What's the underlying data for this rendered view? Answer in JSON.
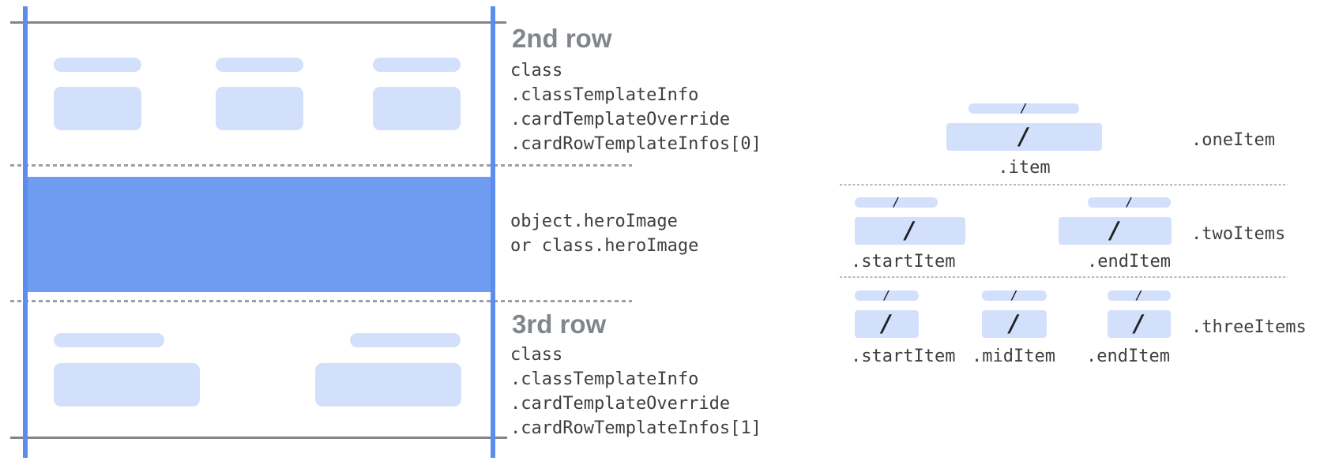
{
  "slash_glyph": "/",
  "colors": {
    "light_blue": "#d3e0fb",
    "hero_blue": "#6f9bf0",
    "line_blue": "#5b8def",
    "solid_gray": "#80868b",
    "dash_gray_left": "#9aa0a6",
    "dash_gray_right": "#b4b8bd",
    "header_gray": "#80868b",
    "code_dark": "#3c4043",
    "slash_dark": "#202124"
  },
  "left_panel": {
    "second_row": {
      "title": "2nd row",
      "code_lines": [
        "class",
        ".classTemplateInfo",
        ".cardTemplateOverride",
        ".cardRowTemplateInfos[0]"
      ]
    },
    "hero": {
      "code_lines": [
        "object.heroImage",
        "or class.heroImage"
      ]
    },
    "third_row": {
      "title": "3rd row",
      "code_lines": [
        "class",
        ".classTemplateInfo",
        ".cardTemplateOverride",
        ".cardRowTemplateInfos[1]"
      ]
    }
  },
  "right_panel": {
    "one_item": {
      "group_label": ".oneItem",
      "item_label": ".item"
    },
    "two_items": {
      "group_label": ".twoItems",
      "items": [
        {
          "label": ".startItem"
        },
        {
          "label": ".endItem"
        }
      ]
    },
    "three_items": {
      "group_label": ".threeItems",
      "items": [
        {
          "label": ".startItem"
        },
        {
          "label": ".midItem"
        },
        {
          "label": ".endItem"
        }
      ]
    }
  }
}
